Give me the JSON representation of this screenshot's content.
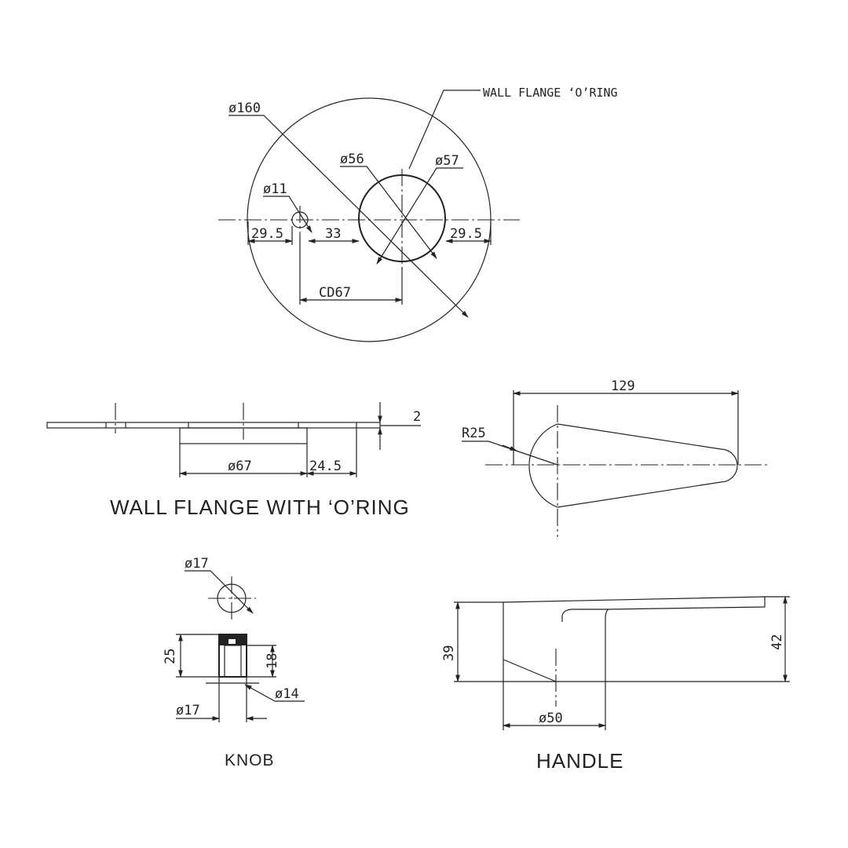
{
  "wall_flange_plan": {
    "callout": "WALL FLANGE ‘O’RING",
    "dim_outer": "ø160",
    "dim_bore": "ø56",
    "dim_oring": "ø57",
    "dim_hole": "ø11",
    "dim_left_edge": "29.5",
    "dim_hole_to_bore": "33",
    "dim_right_edge": "29.5",
    "dim_centers": "CD67"
  },
  "wall_flange_side": {
    "dim_thickness": "2",
    "dim_width": "ø67",
    "dim_offset": "24.5",
    "title": "WALL FLANGE WITH ‘O’RING"
  },
  "handle_plan": {
    "dim_length": "129",
    "dim_radius": "R25"
  },
  "knob": {
    "dim_top": "ø17",
    "dim_height": "25",
    "dim_inner_height": "18",
    "dim_inner_dia": "ø14",
    "dim_base": "ø17",
    "title": "KNOB"
  },
  "handle_side": {
    "dim_left_height": "39",
    "dim_right_height": "42",
    "dim_base": "ø50",
    "title": "HANDLE"
  },
  "colors": {
    "line": "#222222",
    "background": "#ffffff"
  }
}
